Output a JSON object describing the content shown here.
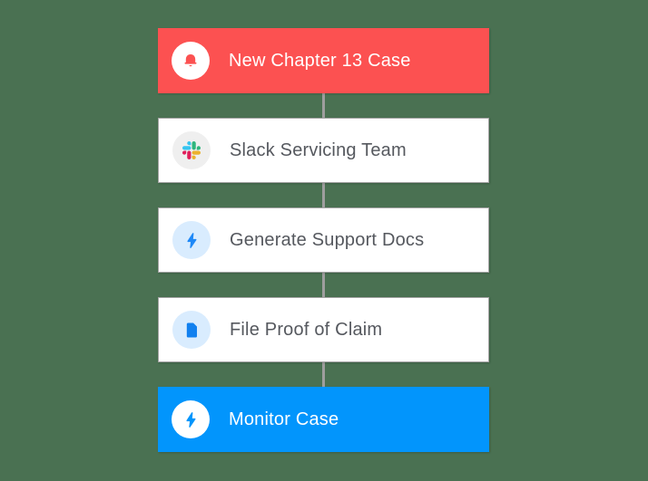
{
  "canvas": {
    "background_color": "#4A7152"
  },
  "workflow": {
    "connector_color": "#9E9E9E",
    "steps": [
      {
        "label": "New Chapter 13 Case",
        "icon": "bell-icon",
        "type": "trigger",
        "card_color": "#FC5151",
        "text_color": "#FFFFFF",
        "icon_circle_color": "#FFFFFF",
        "icon_color": "#FC5151"
      },
      {
        "label": "Slack Servicing Team",
        "icon": "slack-icon",
        "type": "step",
        "card_color": "#FFFFFF",
        "text_color": "#55585E",
        "icon_circle_color": "#EFEFEF",
        "icon_color": "slack-multicolor"
      },
      {
        "label": "Generate Support Docs",
        "icon": "lightning-bolt-icon",
        "type": "step",
        "card_color": "#FFFFFF",
        "text_color": "#55585E",
        "icon_circle_color": "#D9ECFE",
        "icon_color": "#1E88F7"
      },
      {
        "label": "File Proof of Claim",
        "icon": "document-icon",
        "type": "step",
        "card_color": "#FFFFFF",
        "text_color": "#55585E",
        "icon_circle_color": "#D9ECFE",
        "icon_color": "#1180EF"
      },
      {
        "label": "Monitor Case",
        "icon": "lightning-bolt-icon",
        "type": "action",
        "card_color": "#0295FC",
        "text_color": "#FFFFFF",
        "icon_circle_color": "#FFFFFF",
        "icon_color": "#0295FC"
      }
    ]
  }
}
